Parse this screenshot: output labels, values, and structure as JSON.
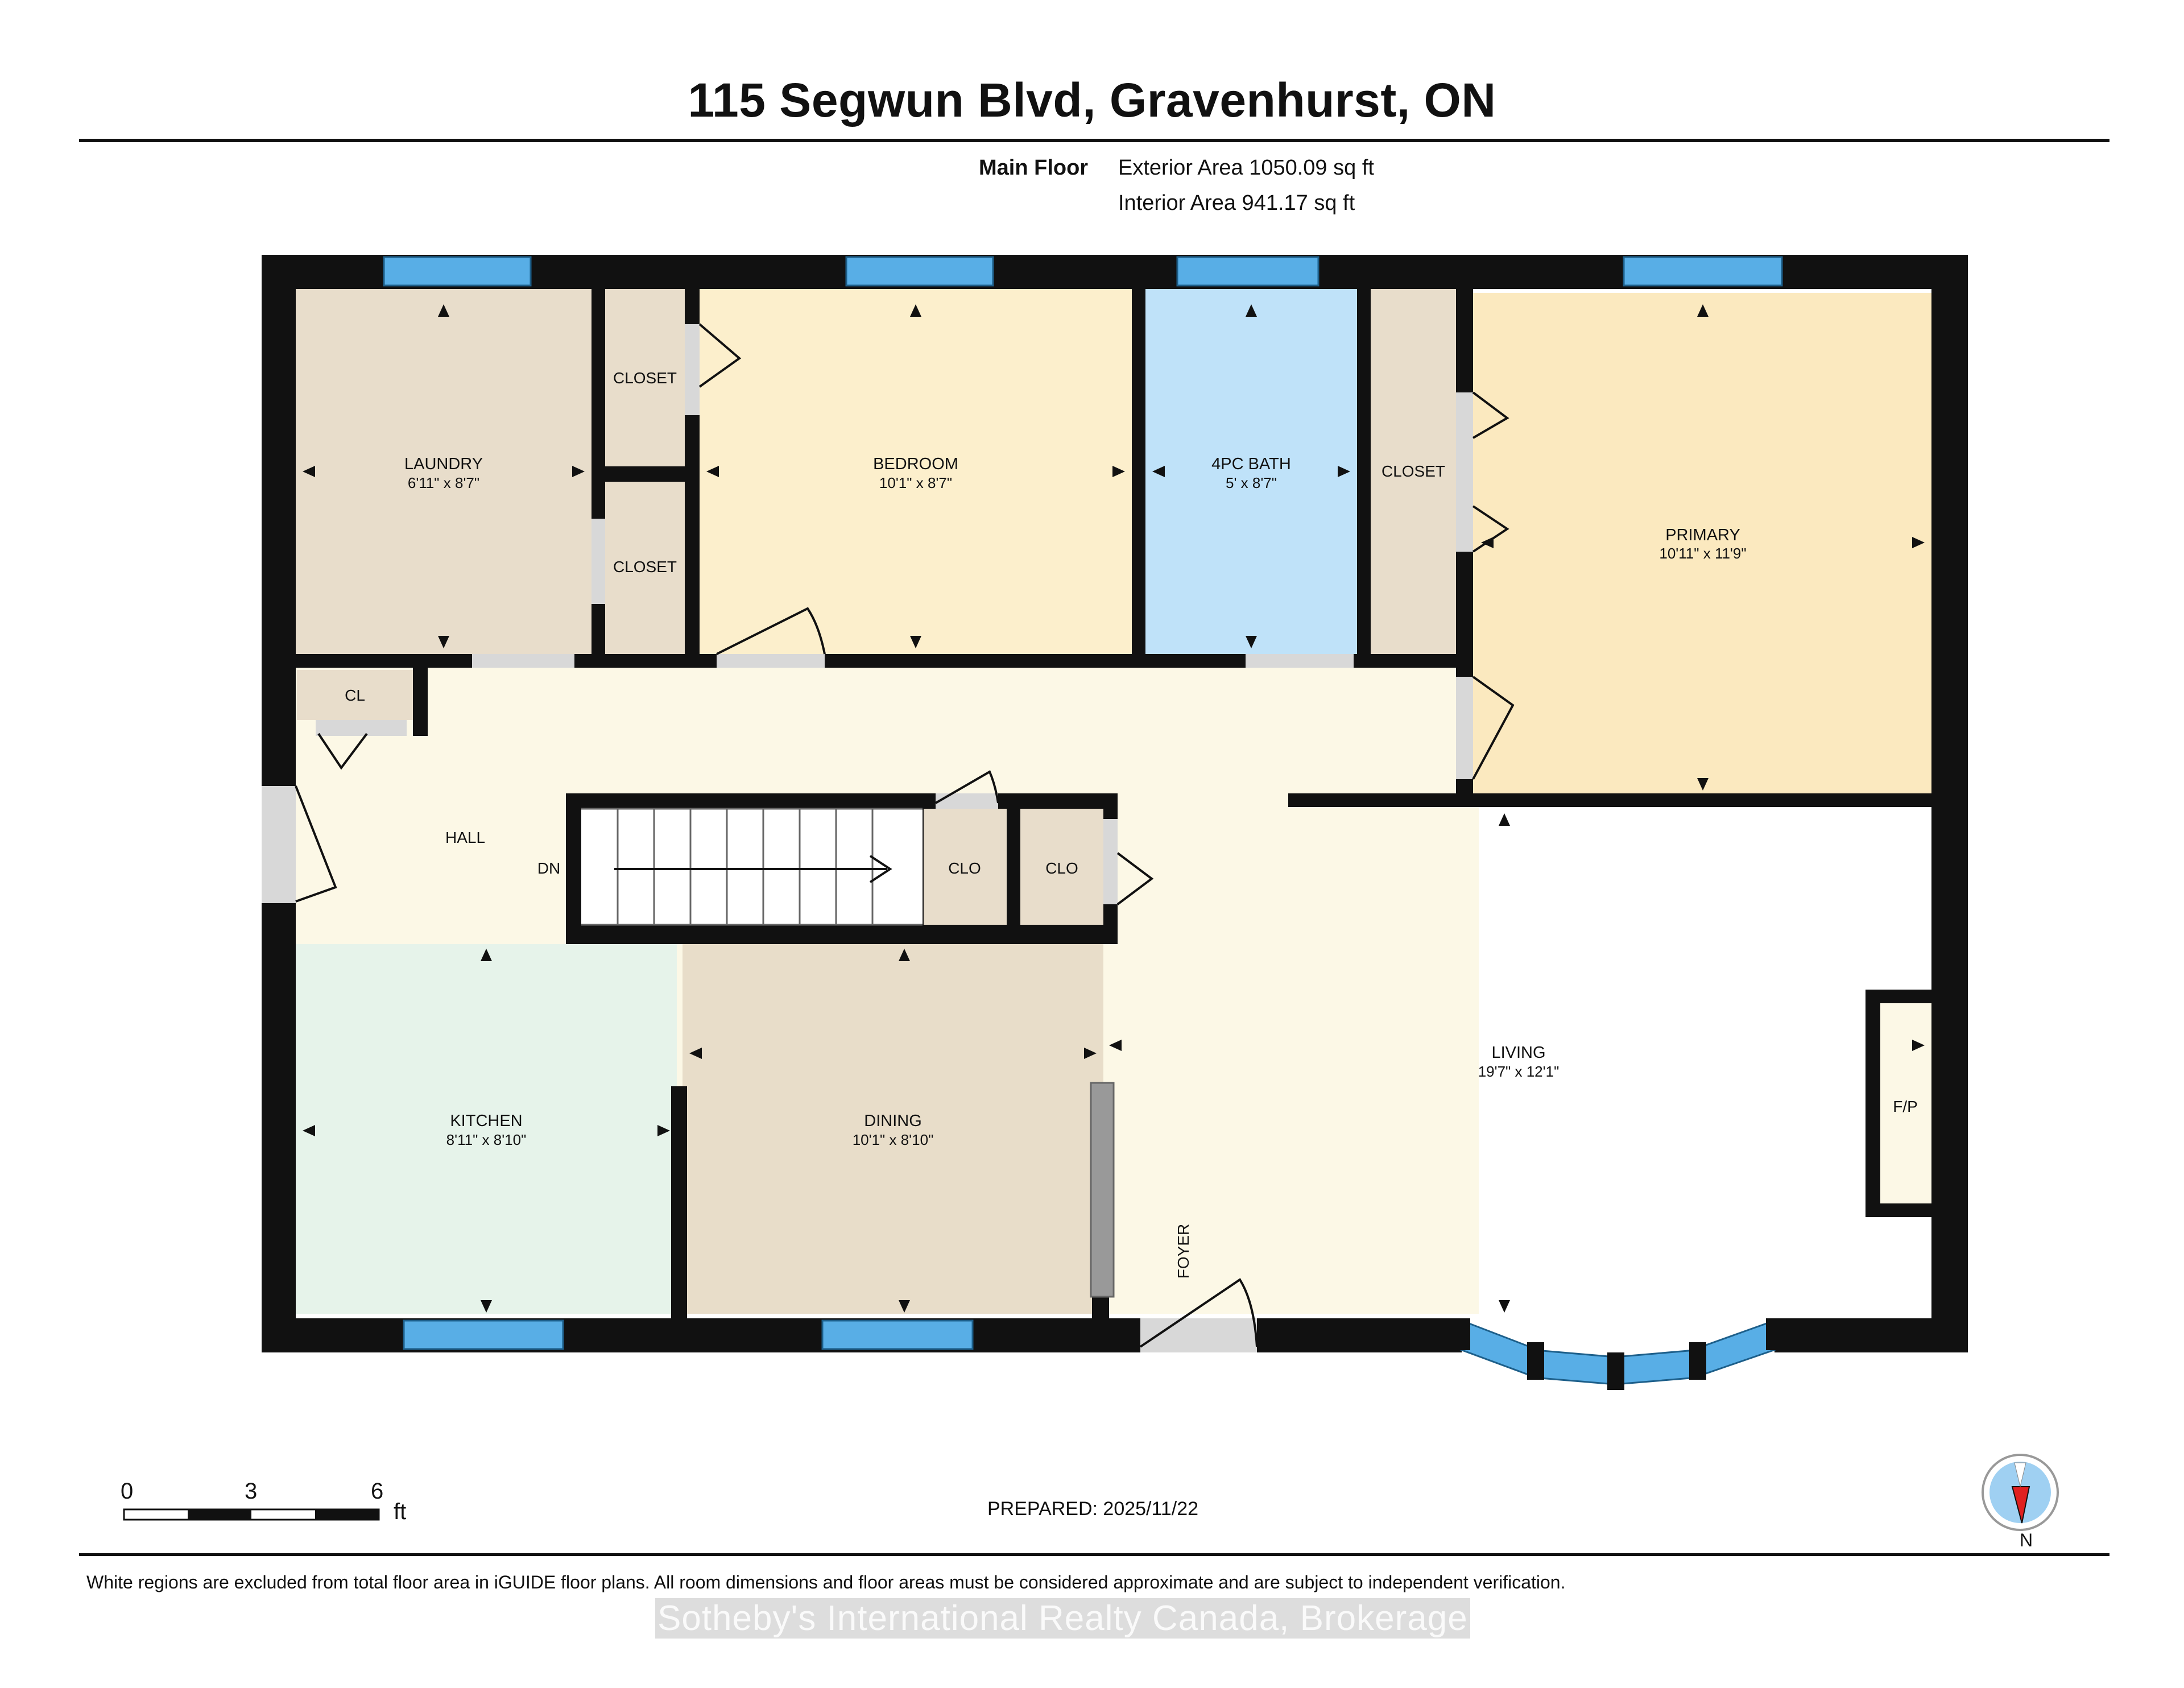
{
  "title": "115 Segwun Blvd, Gravenhurst, ON",
  "floor": {
    "name": "Main Floor",
    "exterior_area": "Exterior Area 1050.09 sq ft",
    "interior_area": "Interior Area 941.17 sq ft"
  },
  "rooms": {
    "laundry": {
      "name": "LAUNDRY",
      "dims": "6'11\" x 8'7\""
    },
    "bedroom": {
      "name": "BEDROOM",
      "dims": "10'1\" x 8'7\""
    },
    "bath": {
      "name": "4PC BATH",
      "dims": "5' x 8'7\""
    },
    "primary": {
      "name": "PRIMARY",
      "dims": "10'11\" x 11'9\""
    },
    "kitchen": {
      "name": "KITCHEN",
      "dims": "8'11\" x 8'10\""
    },
    "dining": {
      "name": "DINING",
      "dims": "10'1\" x 8'10\""
    },
    "living": {
      "name": "LIVING",
      "dims": "19'7\" x 12'1\""
    }
  },
  "labels": {
    "closet": "CLOSET",
    "cl": "CL",
    "clo": "CLO",
    "hall": "HALL",
    "dn": "DN",
    "foyer": "FOYER",
    "fp": "F/P"
  },
  "scale": {
    "ticks": [
      "0",
      "3",
      "6"
    ],
    "unit": "ft"
  },
  "prepared": "PREPARED: 2025/11/22",
  "compass": "N",
  "disclaimer": "White regions are excluded from total floor area in iGUIDE floor plans. All room dimensions and floor areas must be considered approximate and are subject to independent verification.",
  "watermark": "Sotheby's International Realty Canada, Brokerage",
  "colors": {
    "wall": "#111111",
    "window": "#58aee6",
    "laundry": "#e8ddcb",
    "bedroom": "#fcefcc",
    "bath": "#bfe2f9",
    "closet": "#e8ddcb",
    "primary": "#fbe9bf",
    "hall": "#fcf8e6",
    "kitchen": "#e6f3ea",
    "dining": "#e8ddc9",
    "door": "#d8d8d8"
  }
}
